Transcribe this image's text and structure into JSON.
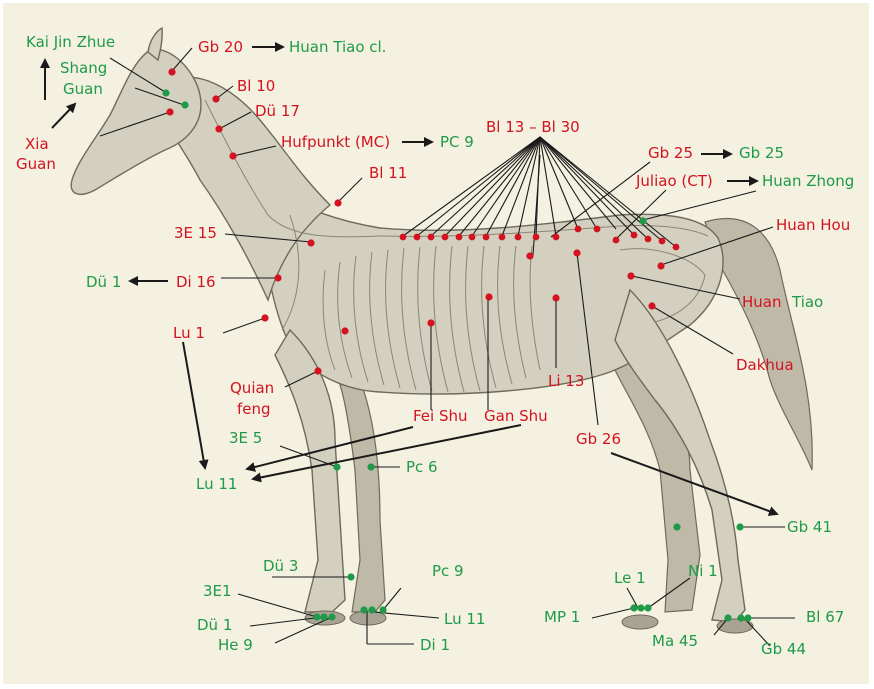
{
  "colors": {
    "acupoint_red": "#d5121f",
    "acupoint_green": "#1f9a48",
    "background": "#f4f1e1"
  },
  "labels": {
    "kai_jin_zhue": "Kai Jin Zhue",
    "shang_guan_1": "Shang",
    "shang_guan_2": "Guan",
    "xia_guan_1": "Xia",
    "xia_guan_2": "Guan",
    "gb20": "Gb 20",
    "huan_tiao_cl": "Huan Tiao cl.",
    "bl10": "Bl 10",
    "du17": "Dü 17",
    "hufpunkt": "Hufpunkt (MC)",
    "pc9_top": "PC 9",
    "bl13_30": "Bl 13 – Bl 30",
    "gb25": "Gb 25",
    "gb25_green": "Gb 25",
    "juliao": "Juliao (CT)",
    "huan_zhong": "Huan Zhong",
    "bl11": "Bl 11",
    "e3_15": "3E 15",
    "huan_hou": "Huan Hou",
    "du1_left": "Dü 1",
    "di16": "Di 16",
    "huan_tiao_1": "Huan",
    "huan_tiao_2": "Tiao",
    "lu1": "Lu 1",
    "dakhua": "Dakhua",
    "quian_feng_1": "Quian",
    "quian_feng_2": "feng",
    "li13": "Li 13",
    "fei_shu": "Fei Shu",
    "gan_shu": "Gan Shu",
    "gb26": "Gb 26",
    "e3_5": "3E 5",
    "pc6": "Pc 6",
    "lu11_left": "Lu 11",
    "gb41": "Gb 41",
    "du3": "Dü 3",
    "pc9_bottom": "Pc 9",
    "le1": "Le 1",
    "ni1": "Ni 1",
    "e3_1": "3E1",
    "mp1": "MP 1",
    "bl67": "Bl 67",
    "lu11_bottom": "Lu 11",
    "du1_bottom": "Dü 1",
    "ma45": "Ma 45",
    "he9": "He 9",
    "di1": "Di 1",
    "gb44": "Gb 44"
  }
}
